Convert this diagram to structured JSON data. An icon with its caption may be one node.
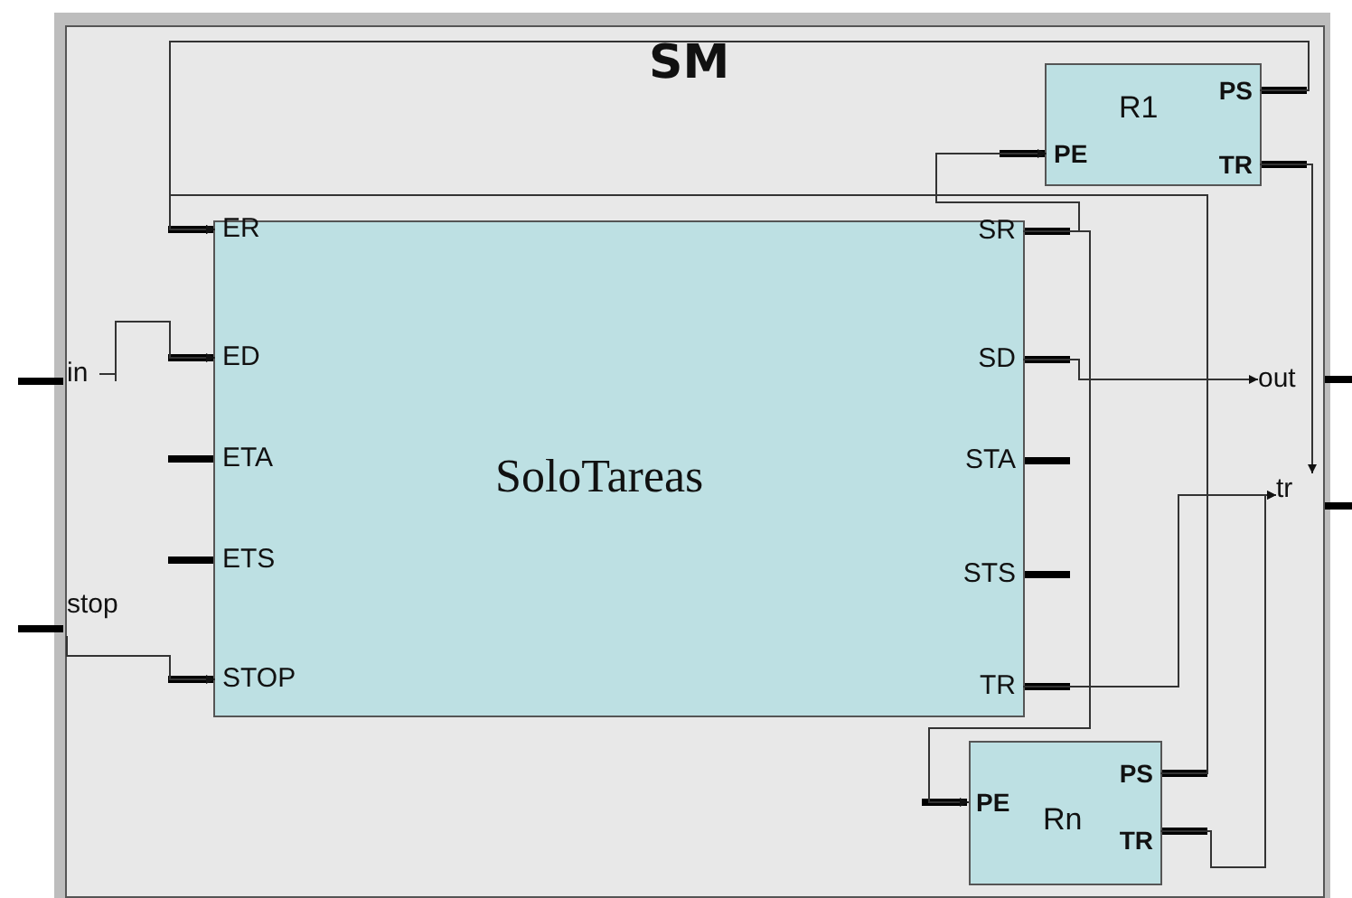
{
  "diagram": {
    "title": "SM",
    "nodes": [
      {
        "text": [],
        "shape": "box"
      },
      {
        "text": [
          "R1"
        ],
        "in": 0
      },
      {
        "text": [
          "PS"
        ],
        "in": 1
      },
      {
        "text": [
          "PE"
        ],
        "in": 1
      },
      {
        "text": [
          "TR"
        ],
        "in": 1
      },
      {
        "text": [
          "SoloTareas"
        ],
        "in": 0
      },
      {
        "text": [
          "ER"
        ],
        "in": 5
      },
      {
        "text": [
          "ED"
        ],
        "in": 5
      },
      {
        "text": [
          "ETA"
        ],
        "in": 5
      },
      {
        "text": [
          "ETS"
        ],
        "in": 5
      },
      {
        "text": [
          "STOP"
        ],
        "in": 5
      },
      {
        "text": [
          "SR"
        ],
        "in": 5
      },
      {
        "text": [
          "SD"
        ],
        "in": 5
      },
      {
        "text": [
          "STA"
        ],
        "in": 5
      },
      {
        "text": [
          "STS"
        ],
        "in": 5
      },
      {
        "text": [
          "TR"
        ],
        "in": 5
      },
      {
        "text": [
          "Rn"
        ],
        "in": 0
      },
      {
        "text": [
          "PS"
        ],
        "in": 16
      },
      {
        "text": [
          "PE"
        ],
        "in": 16
      },
      {
        "text": [
          "TR"
        ],
        "in": 16
      },
      {
        "text": [
          "in"
        ]
      },
      {
        "text": [
          "stop"
        ]
      },
      {
        "text": [
          "out"
        ]
      },
      {
        "text": [
          "tr"
        ]
      }
    ],
    "edges": [
      {
        "from": 2,
        "to": 6,
        "arrow": "to"
      },
      {
        "from": 17,
        "to": 6,
        "arrow": "to"
      },
      {
        "from": 11,
        "to": 3,
        "arrow": "to"
      },
      {
        "from": 11,
        "to": 18,
        "arrow": "to"
      },
      {
        "from": 4,
        "to": 23,
        "arrow": "to"
      },
      {
        "from": 15,
        "to": 23,
        "arrow": "to"
      },
      {
        "from": 19,
        "to": 23,
        "arrow": "to"
      },
      {
        "from": 12,
        "to": 22,
        "arrow": "to"
      },
      {
        "from": 20,
        "to": 7,
        "arrow": "to"
      },
      {
        "from": 21,
        "to": 10,
        "arrow": "to"
      }
    ]
  }
}
